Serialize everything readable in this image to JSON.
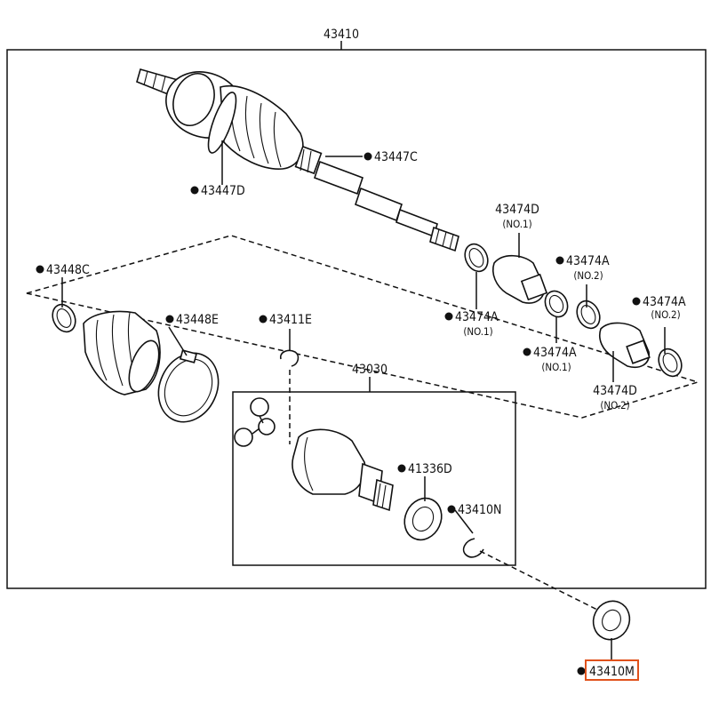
{
  "labels": {
    "main": "43410",
    "c43447C": "43447C",
    "c43447D": "43447D",
    "c43474D_top": "43474D",
    "c43474D_top_sub": "(NO.1)",
    "c43474A_1": "43474A",
    "c43474A_1_sub": "(NO.2)",
    "c43474A_2": "43474A",
    "c43474A_2_sub": "(NO.2)",
    "c43448C": "43448C",
    "c43448E": "43448E",
    "c43411E": "43411E",
    "c43474A_3": "43474A",
    "c43474A_3_sub": "(NO.1)",
    "c43474A_4": "43474A",
    "c43474A_4_sub": "(NO.1)",
    "c43474D_bot": "43474D",
    "c43474D_bot_sub": "(NO.2)",
    "c43030": "43030",
    "c41336D": "41336D",
    "c43410N": "43410N",
    "c43410M": "43410M"
  }
}
